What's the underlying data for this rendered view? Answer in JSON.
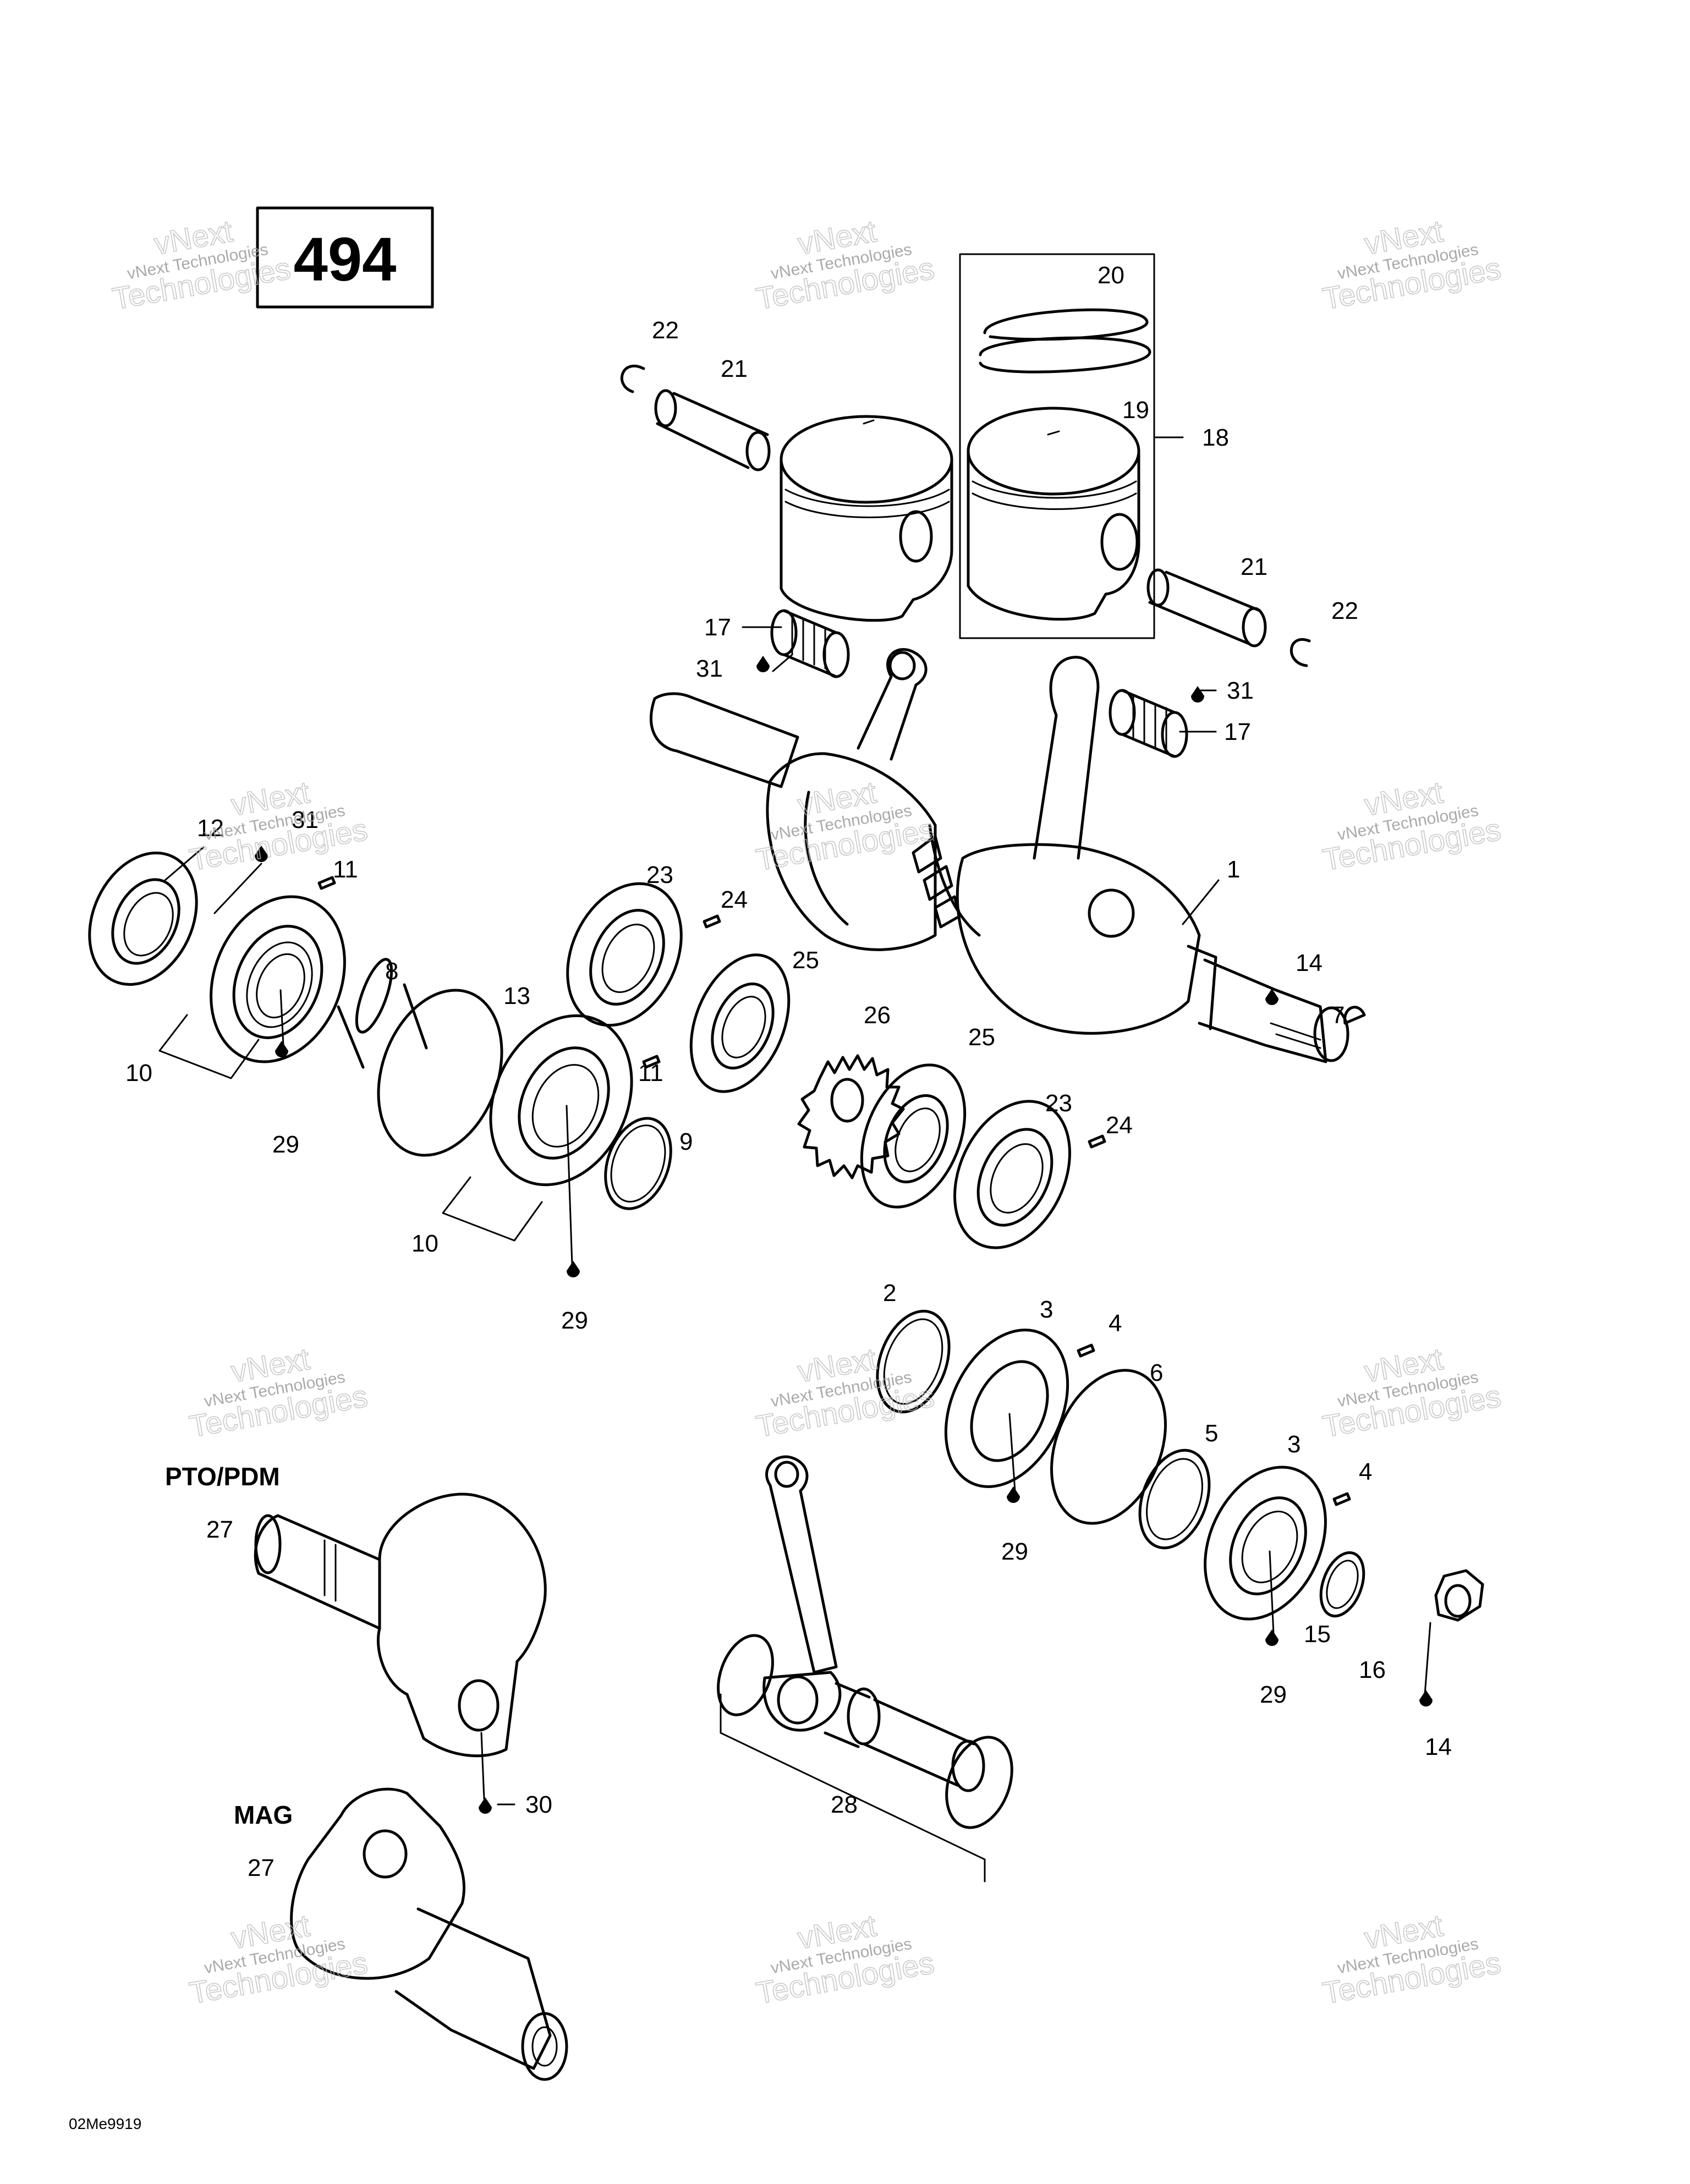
{
  "diagram_number": "494",
  "drawing_code": "02Me9919",
  "headings": {
    "pto": "PTO/PDM",
    "mag": "MAG"
  },
  "watermark": {
    "line1": "vNext Technologies",
    "line2": "vNext",
    "line3": "Technologies"
  },
  "callouts": [
    "1",
    "2",
    "3",
    "3",
    "4",
    "4",
    "5",
    "6",
    "7",
    "8",
    "9",
    "10",
    "10",
    "11",
    "11",
    "12",
    "13",
    "14",
    "14",
    "15",
    "16",
    "17",
    "17",
    "18",
    "19",
    "20",
    "21",
    "21",
    "22",
    "22",
    "23",
    "23",
    "24",
    "24",
    "25",
    "25",
    "26",
    "27",
    "27",
    "28",
    "29",
    "29",
    "29",
    "29",
    "30",
    "31",
    "31",
    "31"
  ]
}
